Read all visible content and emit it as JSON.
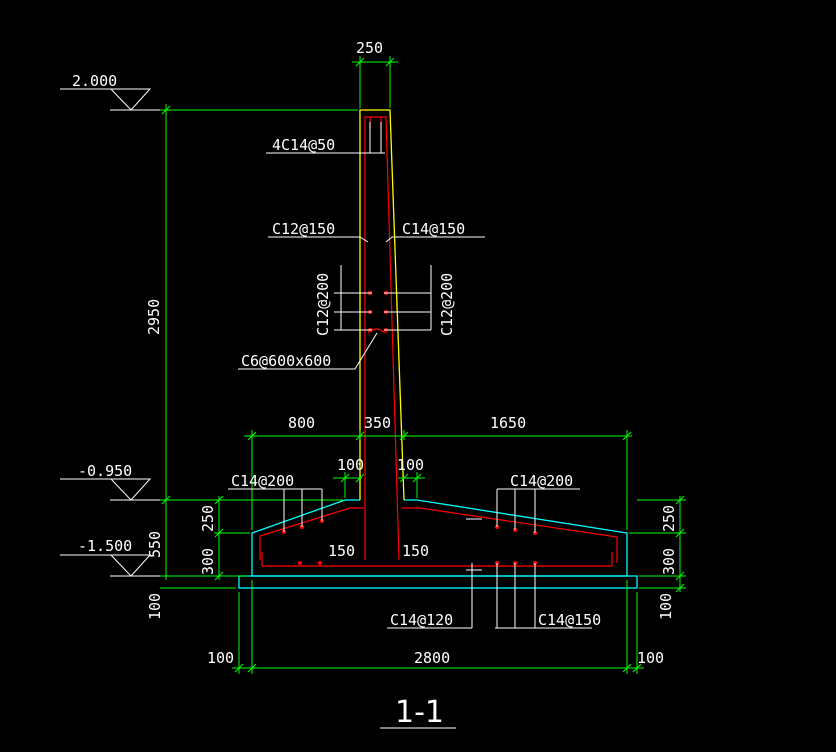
{
  "colors": {
    "dim": "#00ff00",
    "leader": "#ffffff",
    "wall": "#ffff00",
    "rebar": "#ff0000",
    "concrete": "#00ffff",
    "text": "#ffffff"
  },
  "elevations": {
    "top": "2.000",
    "mid": "-0.950",
    "bottom": "-1.500"
  },
  "dimensions": {
    "wall_top_width": "250",
    "wall_height": "2950",
    "toe_width": "800",
    "wall_base_width": "350",
    "heel_width": "1650",
    "haunch_left": "100",
    "haunch_right": "100",
    "base_total_left": "550",
    "base_upper_left": "250",
    "base_lower_left": "300",
    "base_upper_right": "250",
    "base_lower_right": "300",
    "blinding_left": "100",
    "blinding_right": "100",
    "footing_width": "2800",
    "cover_left": "100",
    "cover_right": "100",
    "inner_left": "150",
    "inner_right": "150"
  },
  "rebar_labels": {
    "top_bars": "4C14@50",
    "wall_left": "C12@150",
    "wall_right": "C14@150",
    "dist_left": "C12@200",
    "dist_right": "C12@200",
    "ties": "C6@600x600",
    "toe_top": "C14@200",
    "heel_top": "C14@200",
    "bottom_left": "C14@120",
    "bottom_right": "C14@150"
  },
  "section_title": "1-1"
}
